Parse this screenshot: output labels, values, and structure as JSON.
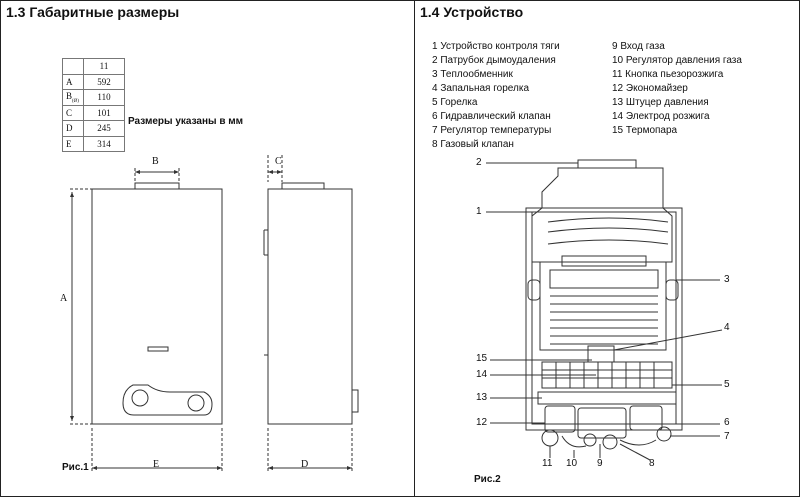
{
  "left": {
    "title": "1.3 Габаритные размеры",
    "table": {
      "header": "11",
      "rows": [
        {
          "key": "A",
          "value": "592"
        },
        {
          "key": "B",
          "sub": "(Ø)",
          "value": "110"
        },
        {
          "key": "C",
          "value": "101"
        },
        {
          "key": "D",
          "value": "245"
        },
        {
          "key": "E",
          "value": "314"
        }
      ]
    },
    "note": "Размеры указаны в мм",
    "labels": {
      "A": "A",
      "B": "B",
      "C": "C",
      "D": "D",
      "E": "E"
    },
    "figure": "Рис.1"
  },
  "right": {
    "title": "1.4 Устройство",
    "legend_left": [
      "1 Устройство контроля тяги",
      "2 Патрубок дымоудаления",
      "3 Теплообменник",
      "4 Запальная горелка",
      "5 Горелка",
      "6 Гидравлический клапан",
      "7 Регулятор температуры",
      "8 Газовый клапан"
    ],
    "legend_right": [
      "9 Вход газа",
      "10 Регулятор давления газа",
      "11 Кнопка пьезорозжига",
      "12 Экономайзер",
      "13 Штуцер давления",
      "14 Электрод розжига",
      "15 Термопара"
    ],
    "figure": "Рис.2",
    "callouts": {
      "n1": "1",
      "n2": "2",
      "n3": "3",
      "n4": "4",
      "n5": "5",
      "n6": "6",
      "n7": "7",
      "n8": "8",
      "n9": "9",
      "n10": "10",
      "n11": "11",
      "n12": "12",
      "n13": "13",
      "n14": "14",
      "n15": "15"
    }
  }
}
